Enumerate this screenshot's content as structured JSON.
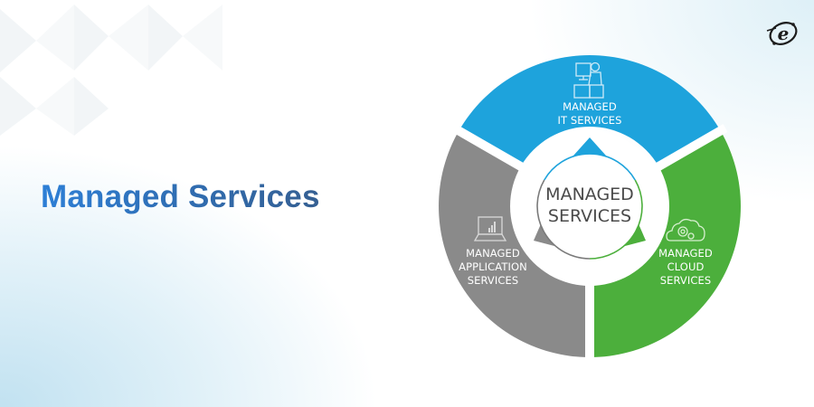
{
  "page": {
    "title": "Managed Services"
  },
  "logo": {
    "icon": "e-orbit-logo-icon",
    "letter": "e"
  },
  "diagram": {
    "center": {
      "line1": "MANAGED",
      "line2": "SERVICES"
    },
    "segments": [
      {
        "id": "it",
        "line1": "MANAGED",
        "line2": "IT SERVICES",
        "icon": "it-support-desk-icon",
        "color": "#1ea3dc"
      },
      {
        "id": "application",
        "line1": "MANAGED",
        "line2": "APPLICATION",
        "line3": "SERVICES",
        "icon": "laptop-chart-icon",
        "color": "#8a8a8a"
      },
      {
        "id": "cloud",
        "line1": "MANAGED",
        "line2": "CLOUD",
        "line3": "SERVICES",
        "icon": "cloud-gears-icon",
        "color": "#4caf3c"
      }
    ]
  },
  "colors": {
    "title_start": "#2d7fd6",
    "title_end": "#355f92",
    "center_text": "#4a4a4a",
    "background_tint": "#cfe7f3"
  }
}
